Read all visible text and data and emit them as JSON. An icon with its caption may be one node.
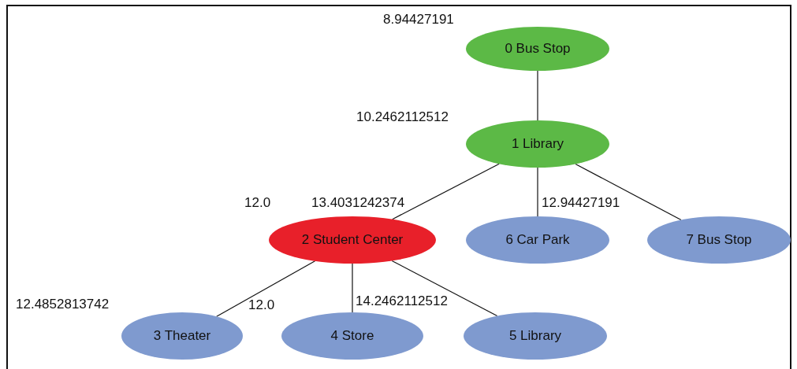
{
  "diagram": {
    "nodes": [
      {
        "text": [
          "0 Bus Stop"
        ],
        "beside": [
          "8.94427191"
        ]
      },
      {
        "text": [
          "1 Library"
        ],
        "beside": [
          "10.2462112512"
        ]
      },
      {
        "text": [
          "2 Student Center"
        ],
        "beside": [
          "12.0",
          "13.4031242374"
        ]
      },
      {
        "text": [
          "3 Theater"
        ],
        "beside": [
          "12.4852813742",
          "12.0"
        ]
      },
      {
        "text": [
          "4 Store"
        ],
        "beside": [
          "14.2462112512"
        ]
      },
      {
        "text": [
          "5 Library"
        ]
      },
      {
        "text": [
          "6 Car Park"
        ],
        "beside": [
          "12.94427191"
        ]
      },
      {
        "text": [
          "7 Bus Stop"
        ]
      }
    ],
    "edges": [
      {
        "from": 0,
        "to": 1,
        "arrow": "none"
      },
      {
        "from": 1,
        "to": 2,
        "arrow": "none"
      },
      {
        "from": 1,
        "to": 6,
        "arrow": "none"
      },
      {
        "from": 1,
        "to": 7,
        "arrow": "none"
      },
      {
        "from": 2,
        "to": 3,
        "arrow": "none"
      },
      {
        "from": 2,
        "to": 4,
        "arrow": "none"
      },
      {
        "from": 2,
        "to": 5,
        "arrow": "none"
      }
    ]
  }
}
